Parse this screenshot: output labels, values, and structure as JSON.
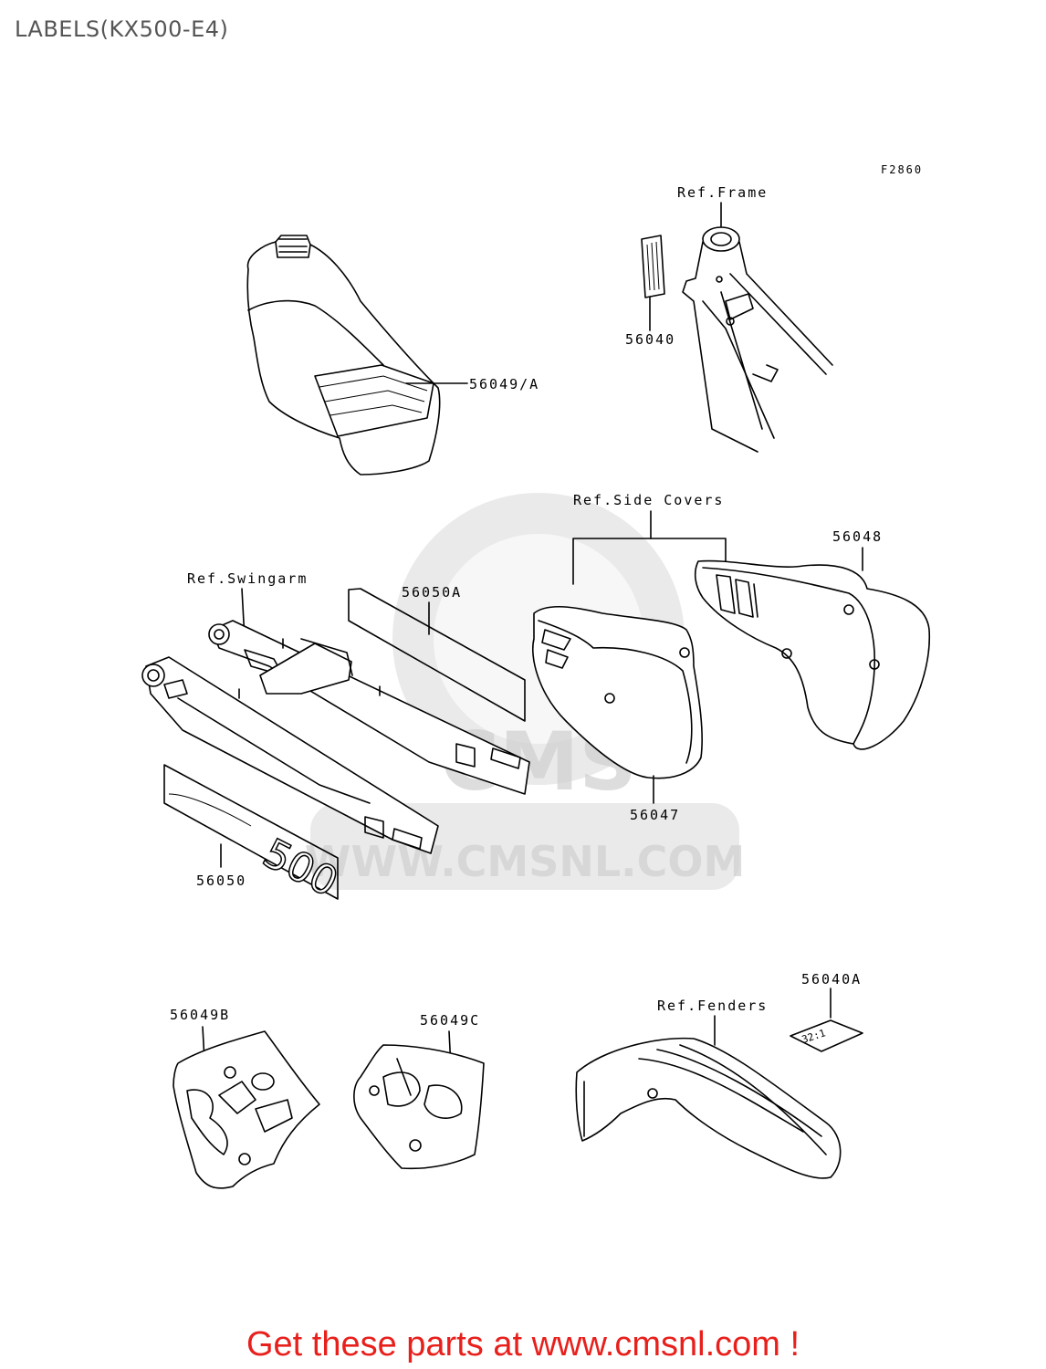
{
  "header": {
    "title": "LABELS(KX500-E4)"
  },
  "figure": {
    "code": "F2860"
  },
  "refs": {
    "frame": "Ref.Frame",
    "side_covers": "Ref.Side Covers",
    "swingarm": "Ref.Swingarm",
    "fenders": "Ref.Fenders"
  },
  "parts": {
    "p56040": "56040",
    "p56049A": "56049/A",
    "p56048": "56048",
    "p56050A": "56050A",
    "p56047": "56047",
    "p56050": "56050",
    "p56040A": "56040A",
    "p56049B": "56049B",
    "p56049C": "56049C"
  },
  "decal_text": {
    "swingarm_model": "500",
    "fender_label": "32:1"
  },
  "watermark": {
    "text": "WWW.CMSNL.COM",
    "logo": "CMS"
  },
  "footer": {
    "link_text": "Get these parts at www.cmsnl.com !"
  }
}
